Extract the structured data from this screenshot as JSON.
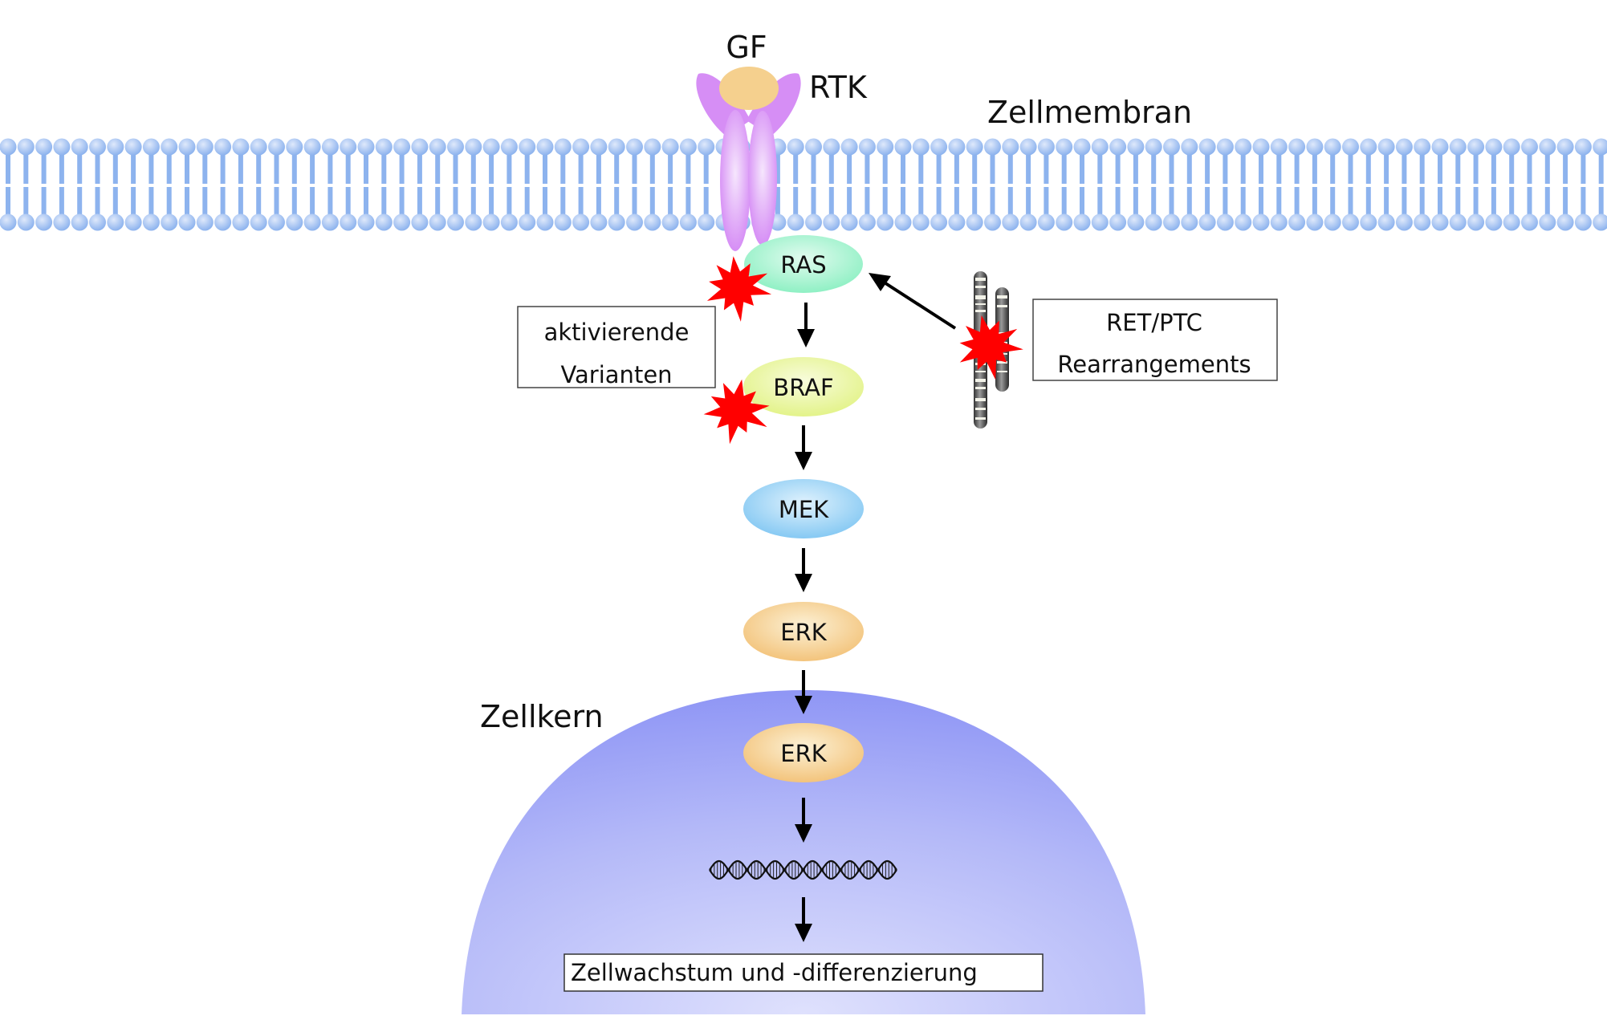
{
  "labels": {
    "growth_factor": "GF",
    "receptor": "RTK",
    "membrane": "Zellmembran",
    "nucleus": "Zellkern"
  },
  "pathway": [
    {
      "id": "ras",
      "label": "RAS",
      "color": "#8ff0c4",
      "mutated": true
    },
    {
      "id": "braf",
      "label": "BRAF",
      "color": "#e8f590",
      "mutated": true
    },
    {
      "id": "mek",
      "label": "MEK",
      "color": "#8ecff5",
      "mutated": false
    },
    {
      "id": "erk-cytoplasm",
      "label": "ERK",
      "color": "#f5c983",
      "mutated": false
    },
    {
      "id": "erk-nucleus",
      "label": "ERK",
      "color": "#f5c983",
      "mutated": false
    }
  ],
  "annotations": {
    "activating_variants": [
      "aktivierende",
      "Varianten"
    ],
    "ret_ptc": [
      "RET/PTC",
      "Rearrangements"
    ],
    "outcome": "Zellwachstum und -differenzierung"
  },
  "colors": {
    "membrane": "#8db3ee",
    "receptor": "#d68ef5",
    "growth_factor": "#f5d08e",
    "nucleus": "#8f96f5",
    "mutation_star": "#ff0000"
  }
}
